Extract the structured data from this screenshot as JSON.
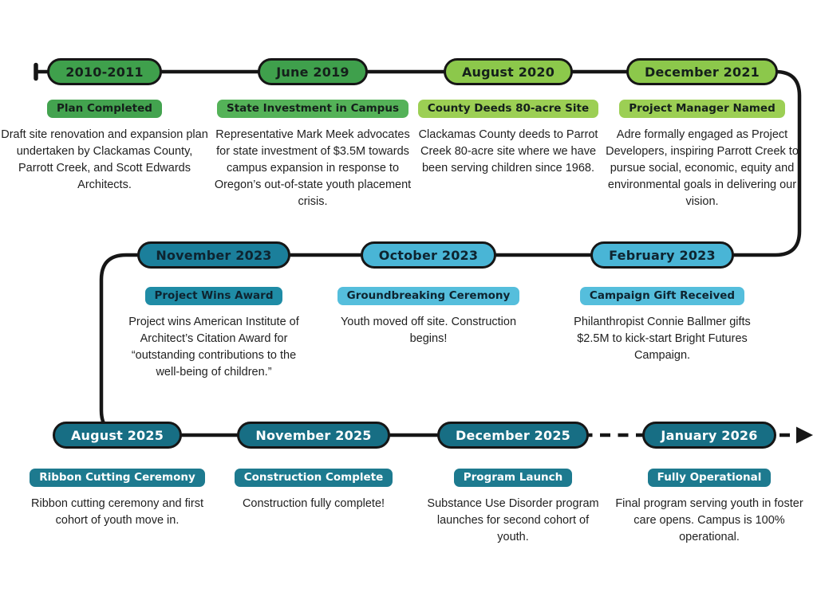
{
  "page": {
    "background": "#ffffff"
  },
  "timeline": {
    "line_color": "#161616",
    "pill_border_color": "#161616",
    "palette": {
      "green_dark": "#3FA04C",
      "green_light": "#8CC84B",
      "teal_medium": "#1B7F9B",
      "cyan_light": "#49B5D6",
      "teal_dark": "#176E84"
    },
    "events": [
      {
        "date": "2010-2011",
        "title": "Plan Completed",
        "description": "Draft site renovation and expansion plan undertaken by Clackamas County, Parrott Creek, and Scott Edwards Architects.",
        "pill_bg": "#3FA04C",
        "pill_text": "#15201B",
        "badge_bg": "#43A34F",
        "badge_text": "#15201B"
      },
      {
        "date": "June 2019",
        "title": "State Investment in Campus",
        "description": "Representative Mark Meek advocates for state investment of $3.5M towards campus expansion in response to Oregon’s out-of-state youth placement crisis.",
        "pill_bg": "#3FA04C",
        "pill_text": "#15201B",
        "badge_bg": "#54B258",
        "badge_text": "#15201B"
      },
      {
        "date": "August 2020",
        "title": "County Deeds 80-acre Site",
        "description": "Clackamas County deeds to Parrot Creek 80-acre site where we have been serving children since 1968.",
        "pill_bg": "#8CC84B",
        "pill_text": "#15201B",
        "badge_bg": "#9CCF54",
        "badge_text": "#15201B"
      },
      {
        "date": "December 2021",
        "title": "Project Manager Named",
        "description": "Adre formally engaged as Project Developers, inspiring Parrott Creek to pursue social, economic, equity and environmental goals in delivering our vision.",
        "pill_bg": "#8CC84B",
        "pill_text": "#15201B",
        "badge_bg": "#9CCF54",
        "badge_text": "#15201B"
      },
      {
        "date": "November 2023",
        "title": "Project Wins Award",
        "description": "Project wins American Institute of Architect’s Citation Award for “outstanding contributions to the well-being of children.”",
        "pill_bg": "#1B7F9B",
        "pill_text": "#0E2430",
        "badge_bg": "#1F8CA6",
        "badge_text": "#0E2430"
      },
      {
        "date": "October 2023",
        "title": "Groundbreaking Ceremony",
        "description": "Youth moved off site. Construction begins!",
        "pill_bg": "#49B5D6",
        "pill_text": "#0E2430",
        "badge_bg": "#55BEDC",
        "badge_text": "#0E2430"
      },
      {
        "date": "February 2023",
        "title": "Campaign Gift Received",
        "description": "Philanthropist Connie Ballmer gifts $2.5M to kick-start Bright Futures Campaign.",
        "pill_bg": "#49B5D6",
        "pill_text": "#0E2430",
        "badge_bg": "#55BEDC",
        "badge_text": "#0E2430"
      },
      {
        "date": "August 2025",
        "title": "Ribbon Cutting Ceremony",
        "description": "Ribbon cutting ceremony and first cohort of youth move in.",
        "pill_bg": "#176E84",
        "pill_text": "#FFFFFF",
        "badge_bg": "#1D7A8F",
        "badge_text": "#FFFFFF"
      },
      {
        "date": "November 2025",
        "title": "Construction Complete",
        "description": "Construction fully complete!",
        "pill_bg": "#176E84",
        "pill_text": "#FFFFFF",
        "badge_bg": "#1D7A8F",
        "badge_text": "#FFFFFF"
      },
      {
        "date": "December 2025",
        "title": "Program Launch",
        "description": "Substance Use Disorder program launches for second cohort of youth.",
        "pill_bg": "#176E84",
        "pill_text": "#FFFFFF",
        "badge_bg": "#1D7A8F",
        "badge_text": "#FFFFFF"
      },
      {
        "date": "January 2026",
        "title": "Fully Operational",
        "description": "Final program serving youth in foster care opens. Campus is 100% operational.",
        "pill_bg": "#176E84",
        "pill_text": "#FFFFFF",
        "badge_bg": "#1D7A8F",
        "badge_text": "#FFFFFF"
      }
    ]
  }
}
